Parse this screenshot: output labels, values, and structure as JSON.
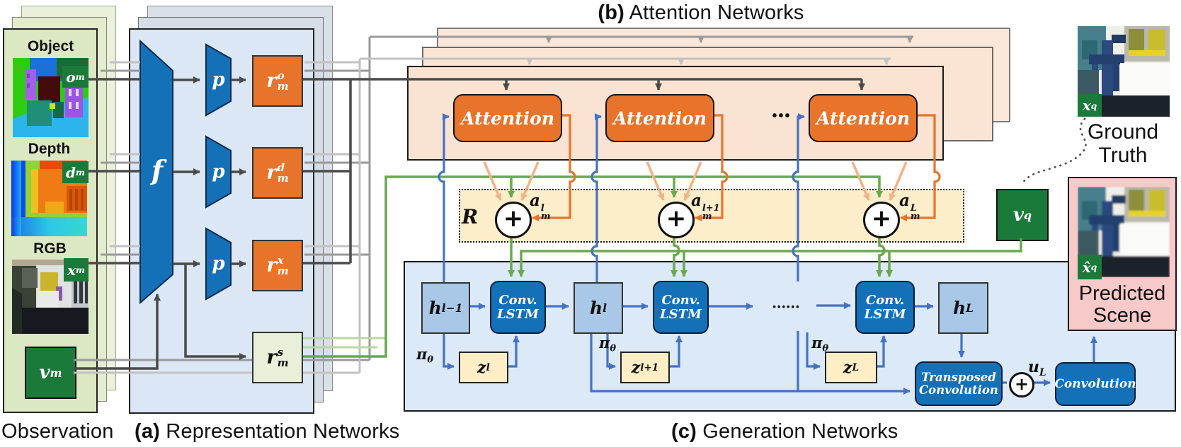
{
  "colors": {
    "orange": "#E8732A",
    "blue": "#1471B8",
    "arrow_blue": "#4472C4",
    "green": "#6AA84F",
    "light_green": "#B9D7A0",
    "dark_green": "#1B7A3A",
    "dark_gray": "#4A4A4A",
    "gray": "#9A9A9A",
    "light_gray": "#C2C2C2",
    "peach": "#FAE3D2",
    "cream": "#FDEECB",
    "panel_blue": "#DCE9F6",
    "h_blue": "#A9C7E7",
    "pink": "#F8C9C9",
    "obs_green": "#DCE7C3",
    "rep_blue": "#DBE7F5",
    "z_cream": "#FDEEC6",
    "light_orange": "#F4B183"
  },
  "titles": {
    "observation": "Observation",
    "a_prefix": "(a)",
    "a": " Representation Networks",
    "b_prefix": "(b)",
    "b": " Attention Networks",
    "c_prefix": "(c)",
    "c": " Generation Networks",
    "ground_truth_1": "Ground",
    "ground_truth_2": "Truth",
    "predicted_1": "Predicted",
    "predicted_2": "Scene"
  },
  "observation": {
    "object_title": "Object",
    "depth_title": "Depth",
    "rgb_title": "RGB",
    "o_tag": {
      "base": "o",
      "sub": "m"
    },
    "d_tag": {
      "base": "d",
      "sub": "m"
    },
    "x_tag": {
      "base": "x",
      "sub": "m"
    },
    "v_tag": {
      "base": "v",
      "sub": "m"
    }
  },
  "representation": {
    "encoder": "f",
    "proj1": "p",
    "proj2": "p",
    "proj3": "p",
    "r_o": {
      "base": "r",
      "sup": "o",
      "sub": "m"
    },
    "r_d": {
      "base": "r",
      "sup": "d",
      "sub": "m"
    },
    "r_x": {
      "base": "r",
      "sup": "x",
      "sub": "m"
    },
    "r_s": {
      "base": "r",
      "sup": "s",
      "sub": "m"
    }
  },
  "attention": {
    "module1": "Attention",
    "module2": "Attention",
    "module3": "Attention",
    "dots": "•••",
    "aggregator": "R",
    "plus1": "+",
    "plus2": "+",
    "plus3": "+",
    "a_l": {
      "base": "a",
      "sup": "l",
      "sub": "m"
    },
    "a_l1": {
      "base": "a",
      "sup": "l+1",
      "sub": "m"
    },
    "a_L": {
      "base": "a",
      "sup": "L",
      "sub": "m"
    }
  },
  "generation": {
    "h_prev": {
      "base": "h",
      "sub": "l−1"
    },
    "h_l": {
      "base": "h",
      "sub": "l"
    },
    "h_L": {
      "base": "h",
      "sub": "L"
    },
    "lstm1": {
      "l1": "Conv.",
      "l2": "LSTM"
    },
    "lstm2": {
      "l1": "Conv.",
      "l2": "LSTM"
    },
    "lstm3": {
      "l1": "Conv.",
      "l2": "LSTM"
    },
    "z_l": {
      "base": "z",
      "sub": "l"
    },
    "z_l1": {
      "base": "z",
      "sub": "l+1"
    },
    "z_L": {
      "base": "z",
      "sub": "L"
    },
    "pi1": {
      "base": "π",
      "sub": "θ"
    },
    "pi2": {
      "base": "π",
      "sub": "θ"
    },
    "pi3": {
      "base": "π",
      "sub": "θ"
    },
    "dots": "••••••",
    "transposed": {
      "l1": "Transposed",
      "l2": "Convolution"
    },
    "convolution": "Convolution",
    "u_L": {
      "base": "u",
      "sub": "L"
    },
    "plus4": "+"
  },
  "query": {
    "x_q": {
      "base": "x",
      "sub": "q"
    },
    "x_hat_q": {
      "base": "x̂",
      "sub": "q"
    },
    "v_q": {
      "base": "v",
      "sub": "q"
    }
  }
}
